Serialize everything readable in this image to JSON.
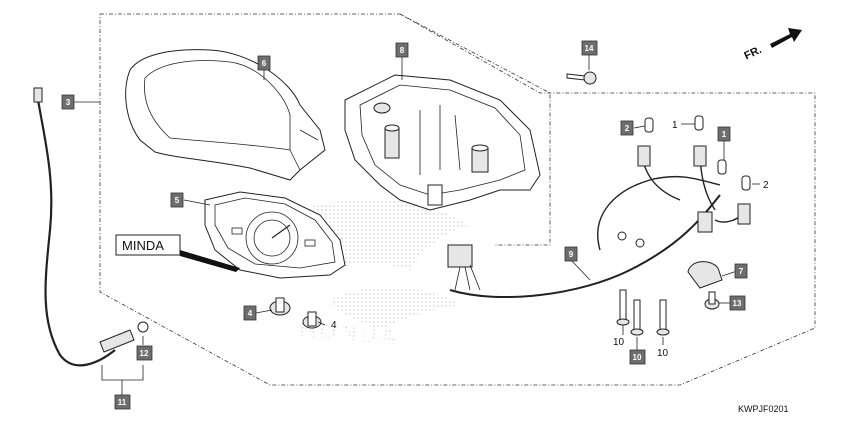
{
  "diagram": {
    "code": "KWPJF0201",
    "direction_label": "FR.",
    "brand_label": "MINDA",
    "watermark": "HONDA",
    "callouts": [
      {
        "id": "c3",
        "label": "3",
        "boxed": true
      },
      {
        "id": "c6",
        "label": "6",
        "boxed": true
      },
      {
        "id": "c8",
        "label": "8",
        "boxed": true
      },
      {
        "id": "c14",
        "label": "14",
        "boxed": true
      },
      {
        "id": "c5",
        "label": "5",
        "boxed": true
      },
      {
        "id": "c2a",
        "label": "2",
        "boxed": true
      },
      {
        "id": "c1a",
        "label": "1",
        "boxed": false
      },
      {
        "id": "c1b",
        "label": "1",
        "boxed": true
      },
      {
        "id": "c2b",
        "label": "2",
        "boxed": false
      },
      {
        "id": "c9",
        "label": "9",
        "boxed": true
      },
      {
        "id": "c7",
        "label": "7",
        "boxed": true
      },
      {
        "id": "c13",
        "label": "13",
        "boxed": true
      },
      {
        "id": "c4a",
        "label": "4",
        "boxed": true
      },
      {
        "id": "c4b",
        "label": "4",
        "boxed": false
      },
      {
        "id": "c12",
        "label": "12",
        "boxed": true
      },
      {
        "id": "c11",
        "label": "11",
        "boxed": true
      },
      {
        "id": "c10a",
        "label": "10",
        "boxed": false
      },
      {
        "id": "c10b",
        "label": "10",
        "boxed": true
      },
      {
        "id": "c10c",
        "label": "10",
        "boxed": false
      }
    ]
  }
}
